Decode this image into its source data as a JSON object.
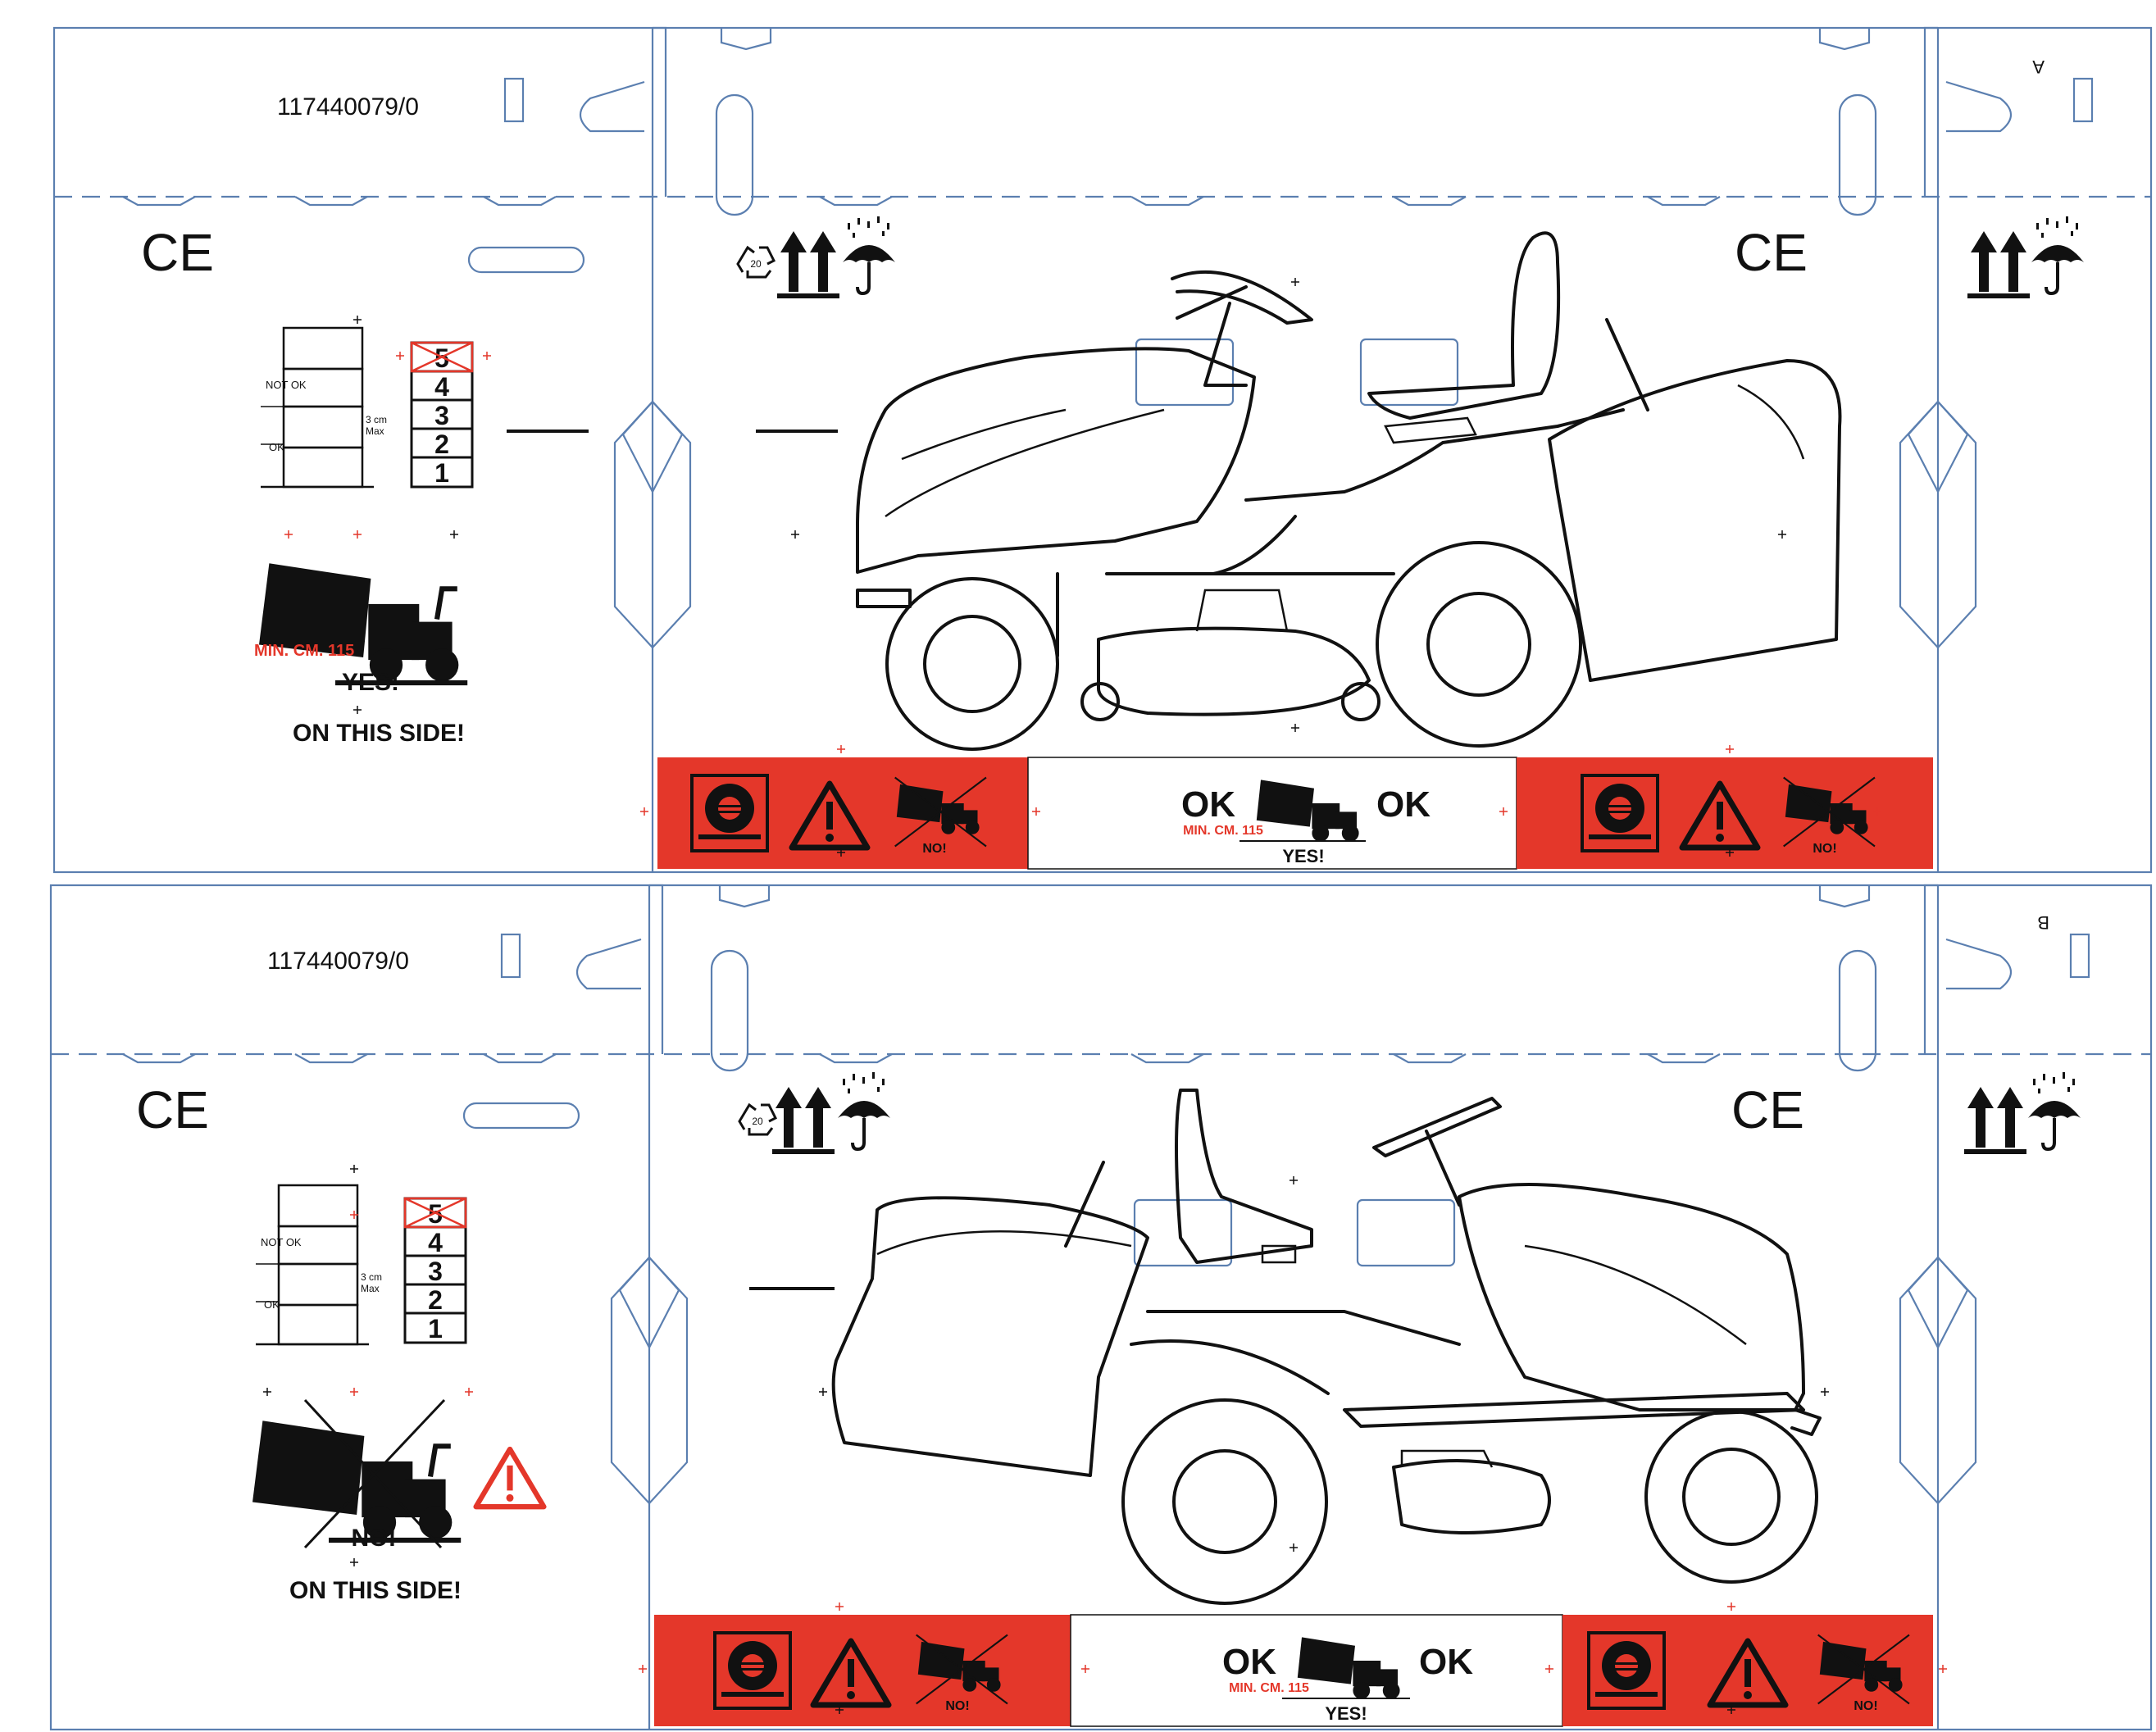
{
  "panels": [
    {
      "id": "A",
      "code": "117440079/0",
      "corner_letter": "A",
      "ce_mark": "CE",
      "stack": {
        "numbers": [
          "5",
          "4",
          "3",
          "2",
          "1"
        ],
        "not_ok": "NOT OK",
        "ok": "OK",
        "gap_value": "3 cm",
        "gap_limit": "Max"
      },
      "forklift": {
        "min_label": "MIN. CM. 115",
        "verdict": "YES!",
        "side_label": "ON THIS SIDE!"
      },
      "recycle_number": "20",
      "band": {
        "ok_left": "OK",
        "ok_right": "OK",
        "min_label": "MIN. CM. 115",
        "yes_label": "YES!",
        "no_label": "NO!"
      }
    },
    {
      "id": "B",
      "code": "117440079/0",
      "corner_letter": "B",
      "ce_mark": "CE",
      "stack": {
        "numbers": [
          "5",
          "4",
          "3",
          "2",
          "1"
        ],
        "not_ok": "NOT OK",
        "ok": "OK",
        "gap_value": "3 cm",
        "gap_limit": "Max"
      },
      "forklift": {
        "verdict": "NO!",
        "side_label": "ON THIS SIDE!"
      },
      "recycle_number": "20",
      "band": {
        "ok_left": "OK",
        "ok_right": "OK",
        "min_label": "MIN. CM. 115",
        "yes_label": "YES!",
        "no_label": "NO!"
      }
    }
  ],
  "colors": {
    "die_line": "#5b7fb0",
    "warning_red": "#e4372a",
    "ink": "#111111"
  },
  "icons": [
    "ce-mark-icon",
    "recycle-icon",
    "this-way-up-icon",
    "keep-dry-icon",
    "warning-triangle-icon",
    "wheel-icon",
    "forklift-icon",
    "lawn-tractor-illustration"
  ]
}
